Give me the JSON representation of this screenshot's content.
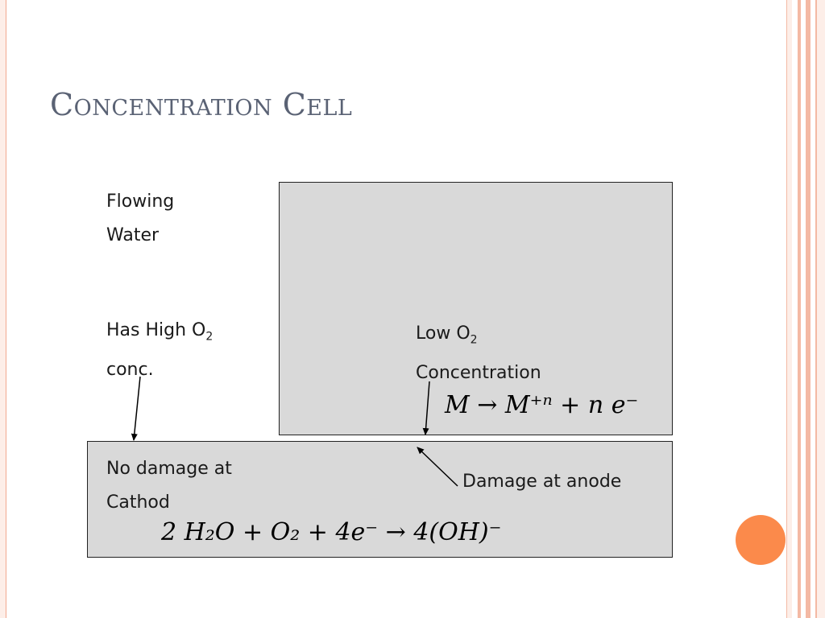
{
  "slide": {
    "title": "Concentration Cell",
    "colors": {
      "title": "#5a6274",
      "box_fill": "#d9d9d9",
      "accent_orange": "#fb8a4b",
      "stripe": "#f4b9a4"
    }
  },
  "diagram": {
    "flowing_water": [
      "Flowing",
      "Water"
    ],
    "high_o2": {
      "line1": "Has High O",
      "sub": "2",
      "line2": "conc."
    },
    "low_o2": {
      "line1": "Low O",
      "sub": "2",
      "line2": "Concentration"
    },
    "no_damage": [
      "No damage at",
      "Cathod"
    ],
    "damage_anode": "Damage at anode",
    "anode_reaction": "M → M⁺ⁿ + n e⁻",
    "cathode_reaction": "2 H₂O + O₂ + 4e⁻ → 4(OH)⁻"
  }
}
